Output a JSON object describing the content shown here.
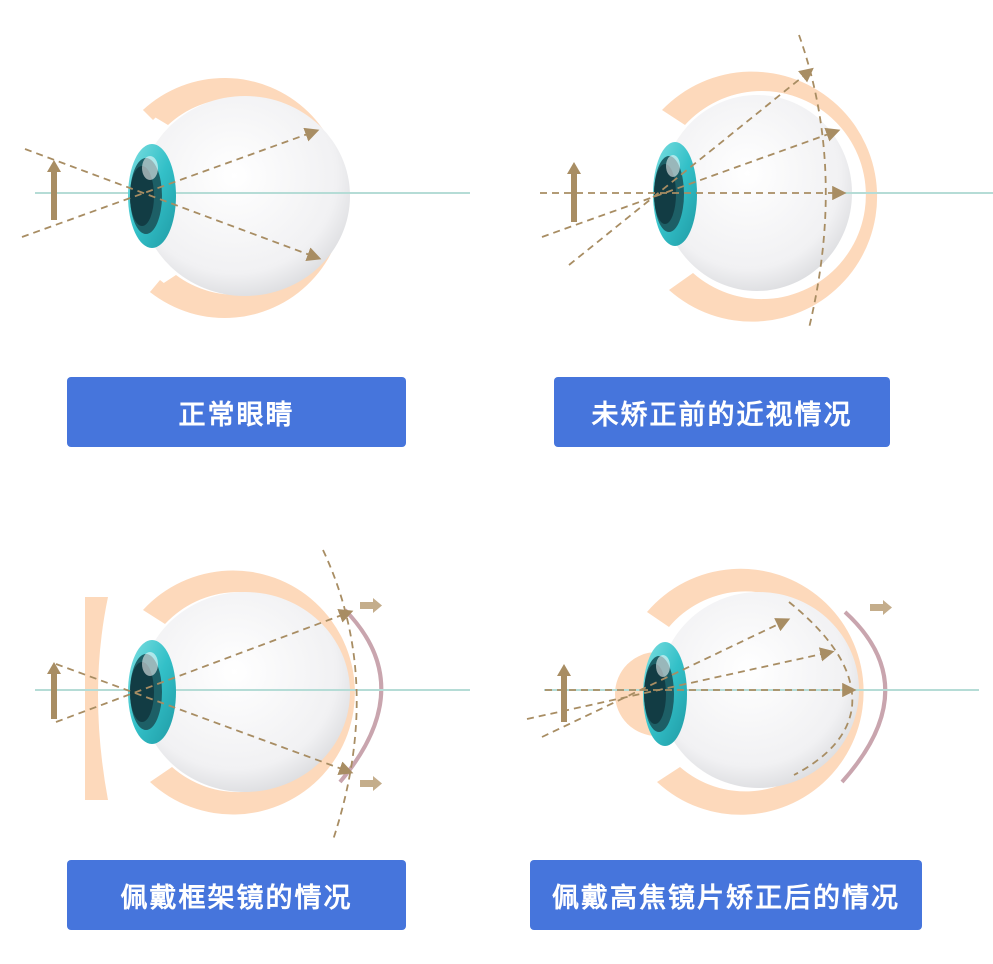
{
  "colors": {
    "label_bg": "#4675dc",
    "label_text": "#ffffff",
    "sclera_ring": "#fdd9bb",
    "eyeball": "#f4f4f6",
    "cornea": "#3cc6cc",
    "pupil": "#123c44",
    "optical_axis": "#b5dcd6",
    "ray": "#a88d63",
    "object_arrow": "#a88d63",
    "retina_curve": "#c9a5ae"
  },
  "panels": [
    {
      "id": "normal",
      "label": "正常眼睛",
      "description": "Light rays cross at the cornea and land on the retina"
    },
    {
      "id": "myopia-uncorrected",
      "label": "未矫正前的近视情况",
      "description": "Focal curve lies inside the retina (image focuses in front of retina)"
    },
    {
      "id": "frame-glasses",
      "label": "佩戴框架镜的情况",
      "description": "Concave spectacle lens in front; peripheral focus falls behind retina, eye grows"
    },
    {
      "id": "high-focus-lens",
      "label": "佩戴高焦镜片矫正后的情况",
      "description": "Peripheral defocus in front of retina, slowing axial growth"
    }
  ]
}
